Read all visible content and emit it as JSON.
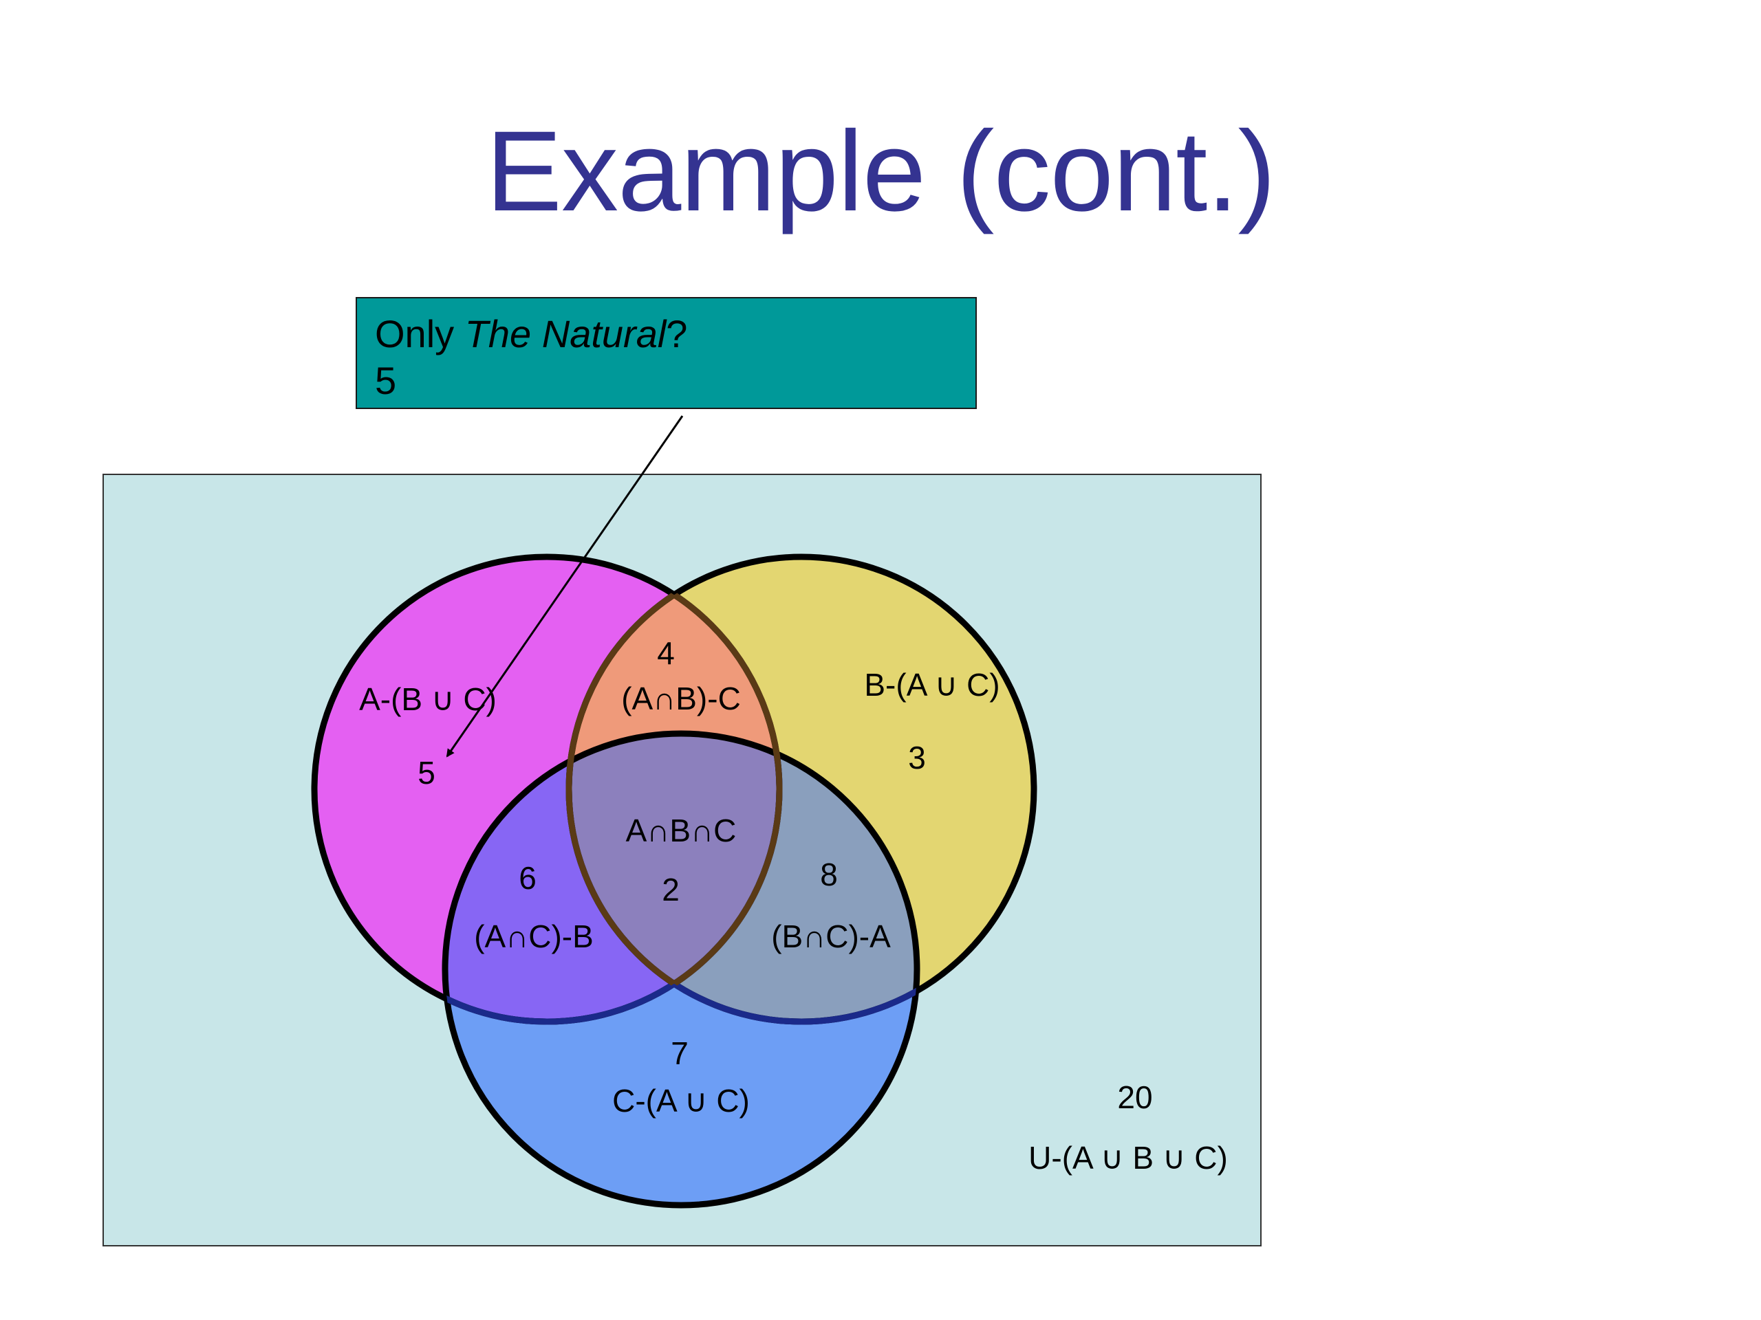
{
  "title": "Example (cont.)",
  "callout": {
    "prefix": "Only ",
    "italic": "The Natural",
    "suffix": "?",
    "answer": "5"
  },
  "colors": {
    "title": "#343391",
    "callout_bg": "#009999",
    "universe_bg": "#c8e6e8",
    "circle_a": "#e460f2",
    "circle_b": "#e3d671",
    "circle_c": "#6d9ef5",
    "region_ab": "#ef9a7a",
    "region_ac": "#8766f4",
    "region_bc": "#8a9fbd",
    "region_abc": "#8c80bd"
  },
  "regions": {
    "a_only": {
      "label": "A-(B ∪ C)",
      "value": "5"
    },
    "b_only": {
      "label": "B-(A ∪ C)",
      "value": "3"
    },
    "c_only": {
      "label": "C-(A ∪ C)",
      "value": "7"
    },
    "ab": {
      "label": "(A∩B)-C",
      "value": "4"
    },
    "ac": {
      "label": "(A∩C)-B",
      "value": "6"
    },
    "bc": {
      "label": "(B∩C)-A",
      "value": "8"
    },
    "abc": {
      "label": "A∩B∩C",
      "value": "2"
    },
    "outside": {
      "label": "U-(A ∪ B ∪ C)",
      "value": "20"
    }
  }
}
